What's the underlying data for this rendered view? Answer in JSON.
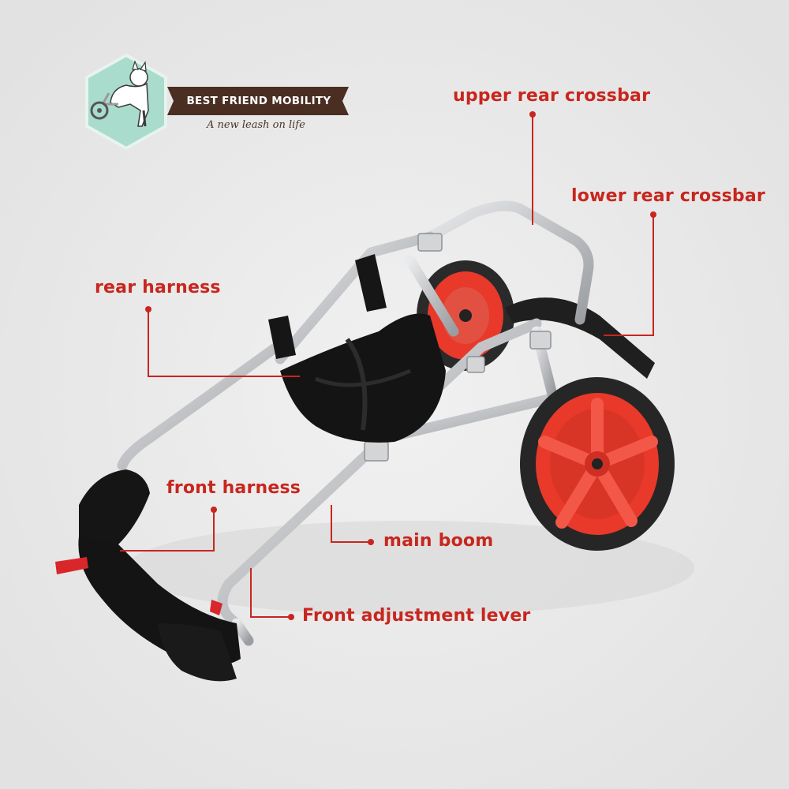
{
  "logo": {
    "brand_name": "BEST FRIEND MOBILITY",
    "tagline": "A new leash on life"
  },
  "labels": {
    "upper_rear_crossbar": "upper rear crossbar",
    "lower_rear_crossbar": "lower rear crossbar",
    "rear_harness": "rear harness",
    "front_harness": "front harness",
    "main_boom": "main boom",
    "front_adjustment_lever": "Front adjustment lever"
  },
  "colors": {
    "label_text": "#c8261e",
    "callout_line": "#c8261e",
    "background": "#ebebeb",
    "wheel_rim": "#e8392b",
    "frame": "#c9cacc",
    "harness": "#151515",
    "logo_banner": "#4a2e22",
    "logo_badge": "#9fd4c4"
  },
  "icons": {
    "logo_icon": "dog-in-wheelchair-icon",
    "paw_glyph": "paw-icon"
  }
}
